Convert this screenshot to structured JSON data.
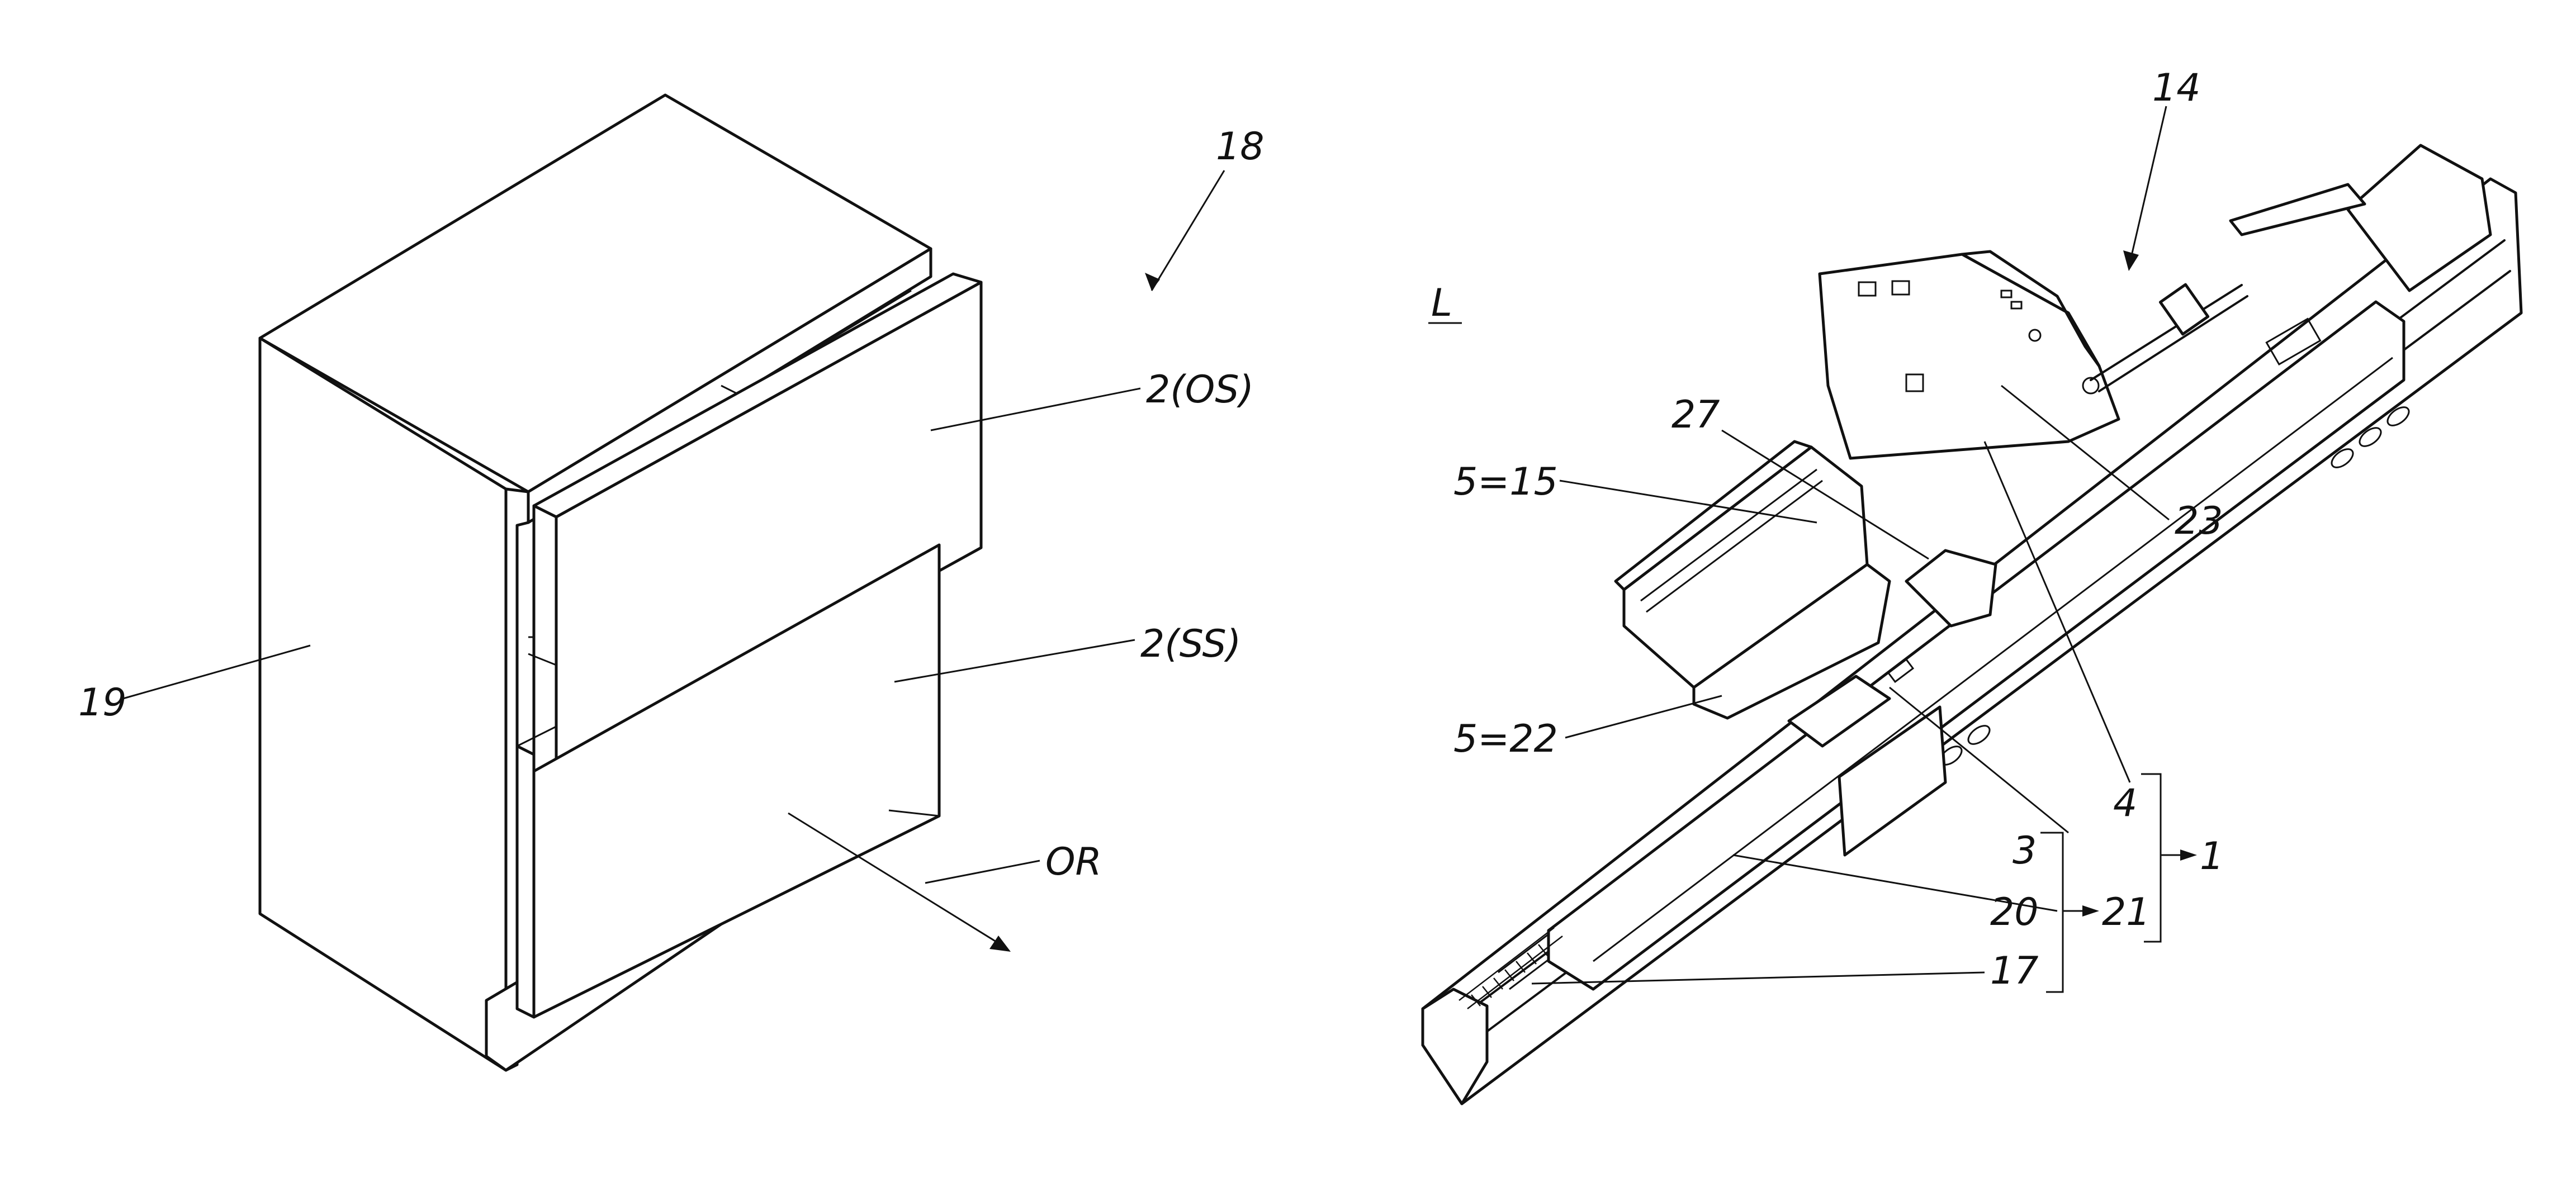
{
  "labels": {
    "ref_18": "18",
    "ref_2os": "2(OS)",
    "ref_2ss": "2(SS)",
    "ref_19": "19",
    "ref_or": "OR",
    "ref_14": "14",
    "ref_L": "L",
    "ref_27": "27",
    "ref_5_15": "5=15",
    "ref_23": "23",
    "ref_5_22": "5=22",
    "ref_4": "4",
    "ref_3": "3",
    "ref_1": "1",
    "ref_20": "20",
    "ref_21": "21",
    "ref_17": "17"
  }
}
